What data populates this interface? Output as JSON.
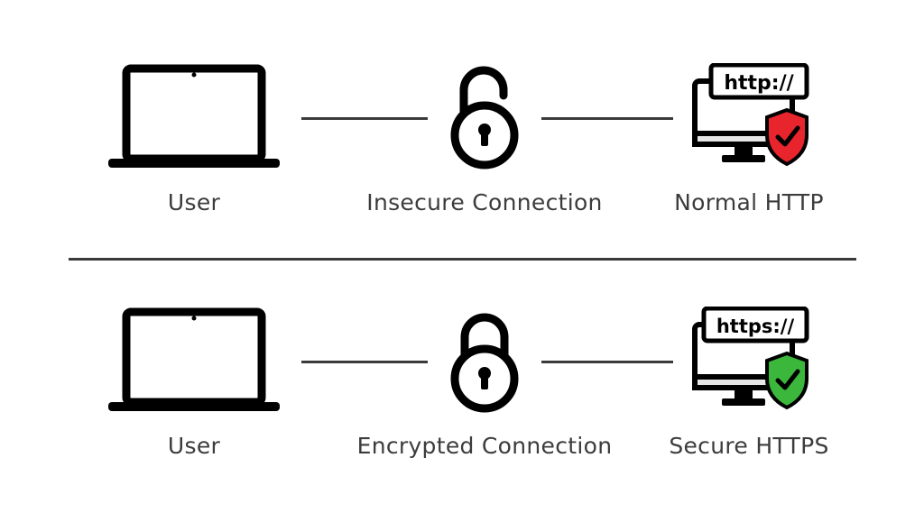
{
  "rows": [
    {
      "user_label": "User",
      "connection_label": "Insecure Connection",
      "site_label": "Normal HTTP",
      "url_text": "http://",
      "lock_icon": "unlocked-padlock-icon",
      "shield_color": "#e8242d"
    },
    {
      "user_label": "User",
      "connection_label": "Encrypted Connection",
      "site_label": "Secure HTTPS",
      "url_text": "https://",
      "lock_icon": "locked-padlock-icon",
      "shield_color": "#3bb83b"
    }
  ]
}
